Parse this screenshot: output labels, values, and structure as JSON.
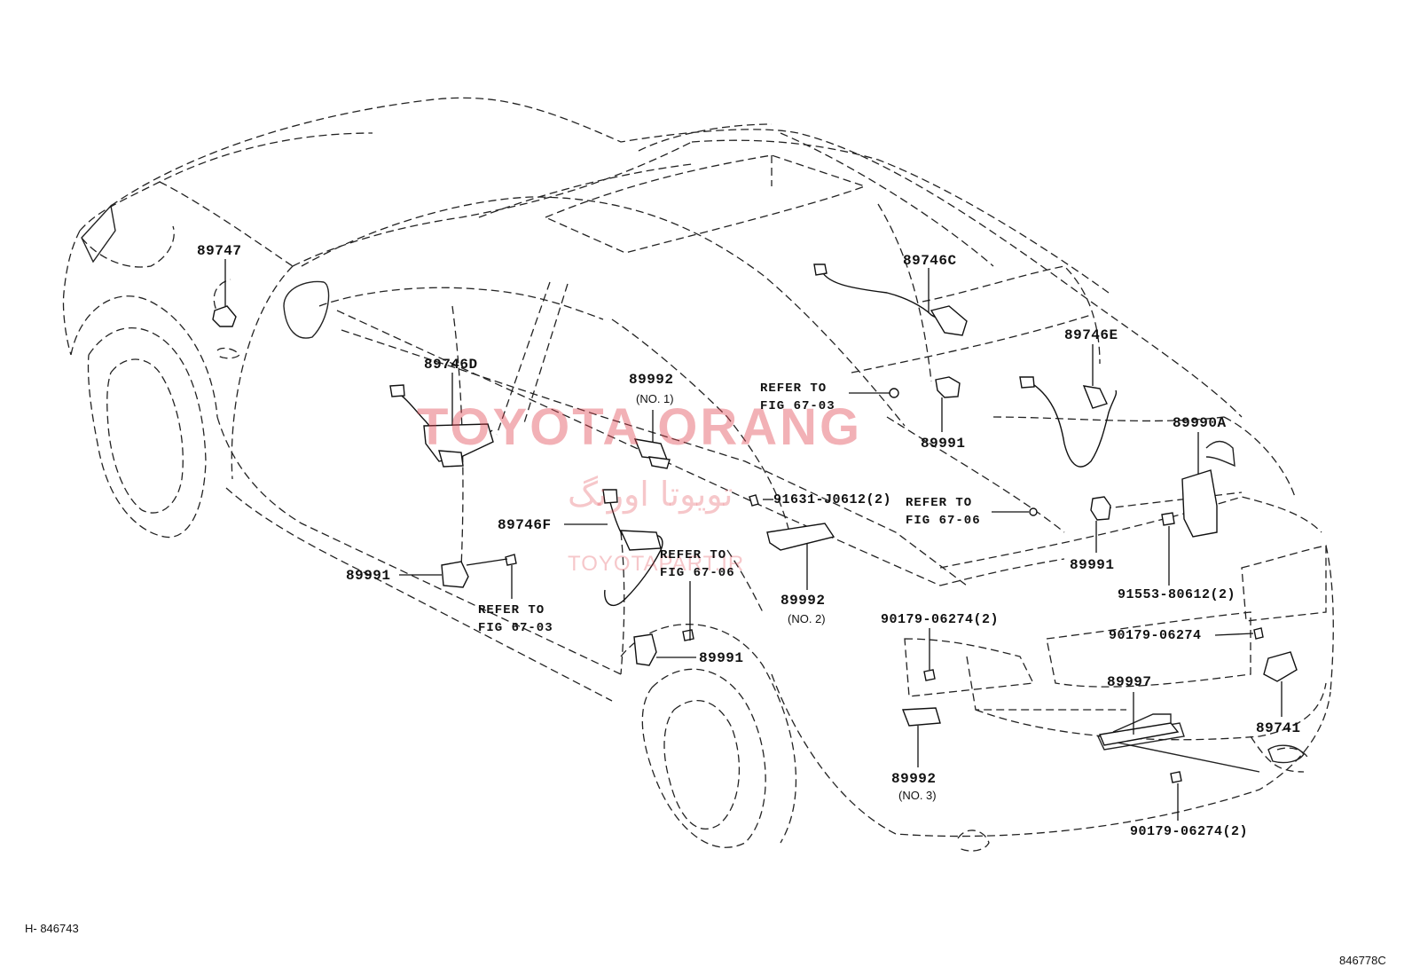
{
  "watermark": {
    "main": "TOYOTA ORANG",
    "farsi": "تویوتا اورنگ",
    "url": "TOYOTAPART.IR"
  },
  "parts": {
    "p89747": "89747",
    "p89746C": "89746C",
    "p89746E": "89746E",
    "p89746D": "89746D",
    "p89992_1": "89992",
    "p89992_1_sub": "(NO. 1)",
    "p89991_a": "89991",
    "p89990A": "89990A",
    "p91631": "91631-J0612(2)",
    "p89746F": "89746F",
    "p89991_b": "89991",
    "p89991_c": "89991",
    "p89992_2": "89992",
    "p89992_2_sub": "(NO. 2)",
    "p91553": "91553-80612(2)",
    "p90179_a": "90179-06274(2)",
    "p90179_b": "90179-06274",
    "p89991_d": "89991",
    "p89997": "89997",
    "p89741": "89741",
    "p89992_3": "89992",
    "p89992_3_sub": "(NO. 3)",
    "p90179_c": "90179-06274(2)"
  },
  "refs": {
    "r1_line1": "REFER TO",
    "r1_line2": "FIG 67-03",
    "r2_line1": "REFER TO",
    "r2_line2": "FIG 67-06",
    "r3_line1": "REFER TO",
    "r3_line2": "FIG 67-06",
    "r4_line1": "REFER TO",
    "r4_line2": "FIG 67-03"
  },
  "footer": {
    "left": "H- 846743",
    "right": "846778C"
  }
}
